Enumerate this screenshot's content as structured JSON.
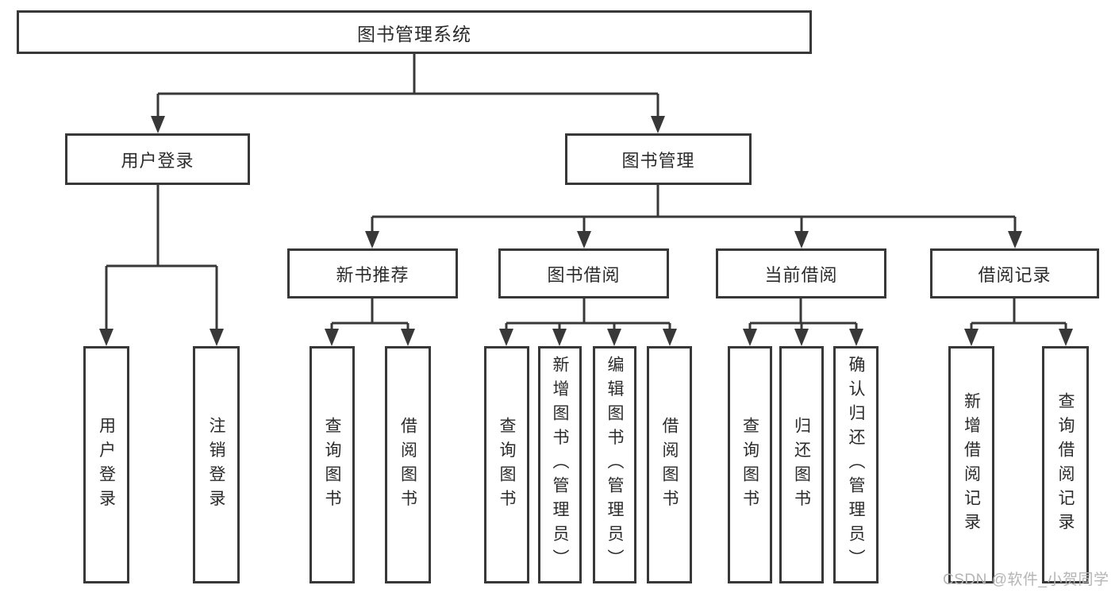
{
  "diagram": {
    "root_label": "图书管理系统",
    "branches": [
      {
        "label": "用户登录"
      },
      {
        "label": "图书管理"
      }
    ],
    "sections": [
      {
        "label": "新书推荐"
      },
      {
        "label": "图书借阅"
      },
      {
        "label": "当前借阅"
      },
      {
        "label": "借阅记录"
      }
    ],
    "leaves": [
      {
        "label": "用户登录"
      },
      {
        "label": "注销登录"
      },
      {
        "label": "查询图书"
      },
      {
        "label": "借阅图书"
      },
      {
        "label": "查询图书"
      },
      {
        "label": "新增图书（管理员）"
      },
      {
        "label": "编辑图书（管理员）"
      },
      {
        "label": "借阅图书"
      },
      {
        "label": "查询图书"
      },
      {
        "label": "归还图书"
      },
      {
        "label": "确认归还（管理员）"
      },
      {
        "label": "新增借阅记录"
      },
      {
        "label": "查询借阅记录"
      }
    ],
    "watermark": "CSDN @软件_小贺同学",
    "colors": {
      "line": "#383838",
      "box_border": "#383838",
      "box_background": "#ffffff",
      "text": "#2b2b2b",
      "watermark": "#b5b5b5"
    }
  }
}
